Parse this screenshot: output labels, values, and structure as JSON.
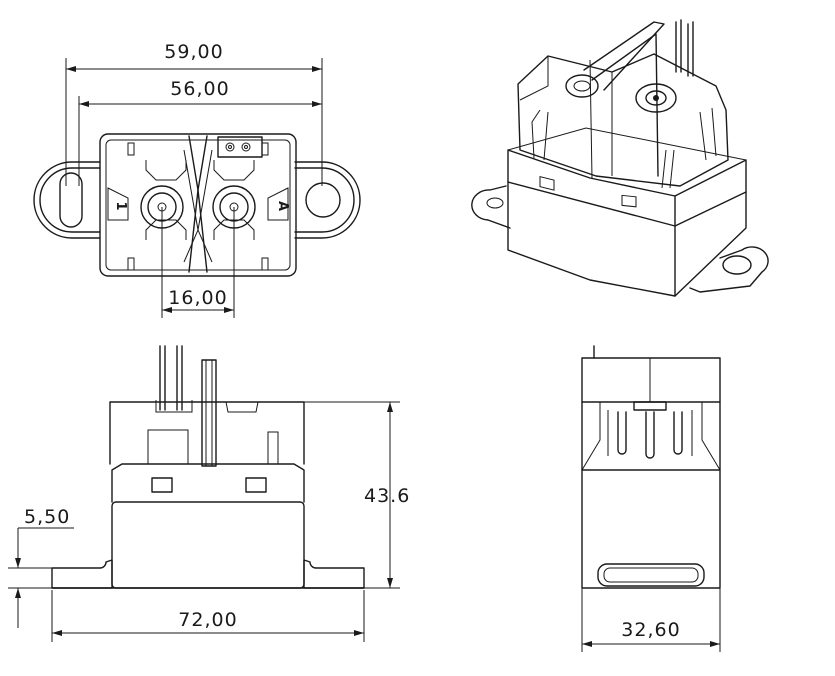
{
  "dimensions": {
    "top_outer_width": "59,00",
    "top_hole_spacing": "56,00",
    "terminal_spacing": "16,00",
    "flange_thickness": "5,50",
    "overall_height": "43.6",
    "overall_length": "72,00",
    "side_width": "32,60"
  },
  "terminal_marks": {
    "left": "1",
    "right": "A"
  }
}
